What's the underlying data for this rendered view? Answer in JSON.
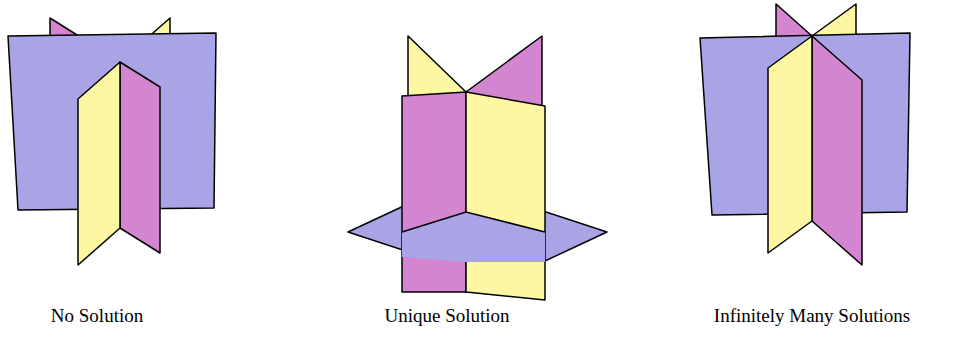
{
  "diagram": {
    "labels": [
      "No Solution",
      "Unique Solution",
      "Infinitely Many Solutions"
    ]
  }
}
